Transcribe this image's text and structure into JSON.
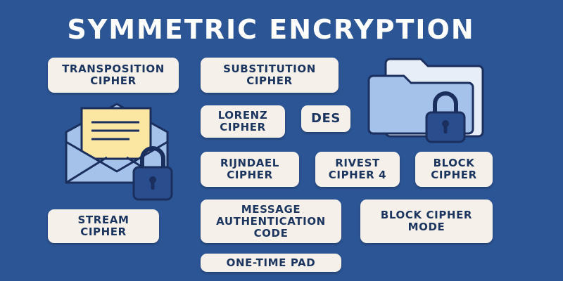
{
  "title": "SYMMETRIC ENCRYPTION",
  "boxes": {
    "transposition": "TRANSPOSITION CIPHER",
    "substitution": "SUBSTITUTION CIPHER",
    "lorenz": "LORENZ CIPHER",
    "des": "DES",
    "rijndael": "RIJNDAEL CIPHER",
    "rivest": "RIVEST CIPHER 4",
    "block_cipher": "BLOCK CIPHER",
    "stream": "STREAM CIPHER",
    "mac": "MESSAGE AUTHENTICATION CODE",
    "block_mode": "BLOCK CIPHER MODE",
    "otp": "ONE-TIME PAD"
  },
  "colors": {
    "background": "#2c5595",
    "box_fill": "#f5f1ea",
    "box_text": "#1b355f",
    "outline": "#1b2f5e",
    "envelope": "#a4c2ea",
    "letter": "#fbe6a2",
    "folder": "#a4c2ea",
    "lock": "#2a4d8e"
  },
  "icons": [
    "envelope-icon",
    "letter-icon",
    "folder-icon",
    "padlock-icon"
  ]
}
